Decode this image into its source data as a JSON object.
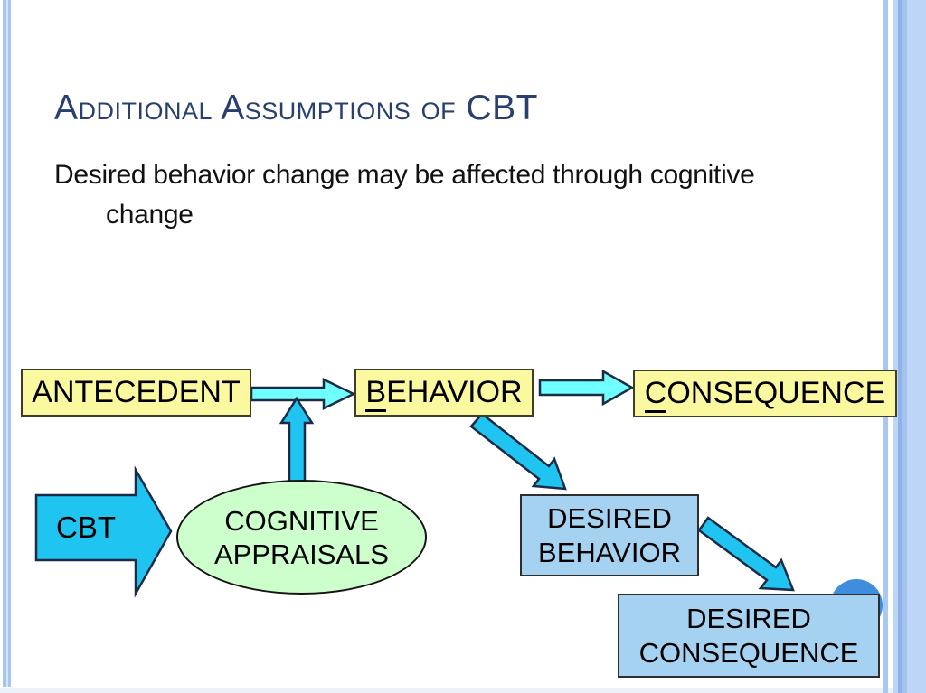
{
  "slide": {
    "title": "Additional Assumptions of CBT",
    "body_line1": "Desired behavior change may be affected through cognitive",
    "body_line2": "change"
  },
  "diagram": {
    "antecedent_label": "ANTECEDENT",
    "behavior_first": "B",
    "behavior_rest": "EHAVIOR",
    "consequence_first": "C",
    "consequence_rest": "ONSEQUENCE",
    "cbt_label": "CBT",
    "cognitive_line1": "COGNITIVE",
    "cognitive_line2": "APPRAISALS",
    "desired_behavior_line1": "DESIRED",
    "desired_behavior_line2": "BEHAVIOR",
    "desired_consequence_line1": "DESIRED",
    "desired_consequence_line2": "CONSEQUENCE"
  },
  "colors": {
    "title_text": "#27406E",
    "body_text": "#111111",
    "yellow_box_fill": "#FBF9A0",
    "green_ellipse_fill": "#CCFFCC",
    "blue_box_fill": "#A6D2F2",
    "arrow_light_cyan": "#70FFFF",
    "arrow_deep_cyan": "#20C4F0",
    "arrow_outline": "#1A2B45",
    "accent_circle": "#3E8EDD",
    "frame_stripe_blue": "#A9C8F2",
    "bottom_strip": "#EDF2F9"
  }
}
